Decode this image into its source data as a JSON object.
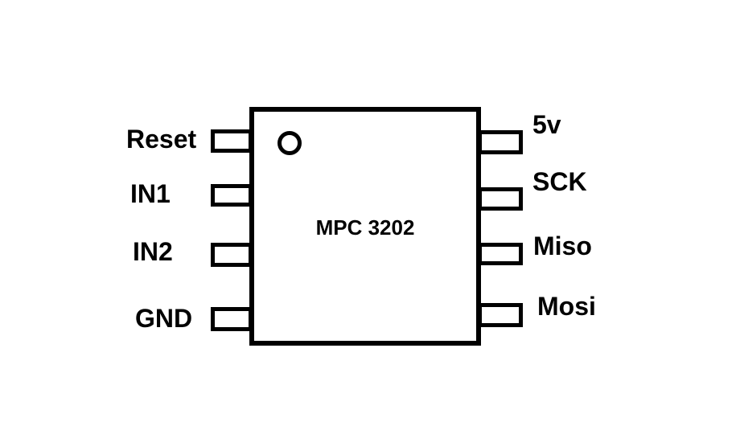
{
  "chip": {
    "name": "MPC 3202",
    "package_style": "8-pin DIP/SOIC outline",
    "icons": {
      "pin1_indicator": "circle-icon"
    },
    "colors": {
      "ink": "#000000",
      "background": "#ffffff"
    },
    "left_pins": [
      {
        "label": "Reset"
      },
      {
        "label": "IN1"
      },
      {
        "label": "IN2"
      },
      {
        "label": "GND"
      }
    ],
    "right_pins": [
      {
        "label": "5v"
      },
      {
        "label": "SCK"
      },
      {
        "label": "Miso"
      },
      {
        "label": "Mosi"
      }
    ]
  }
}
